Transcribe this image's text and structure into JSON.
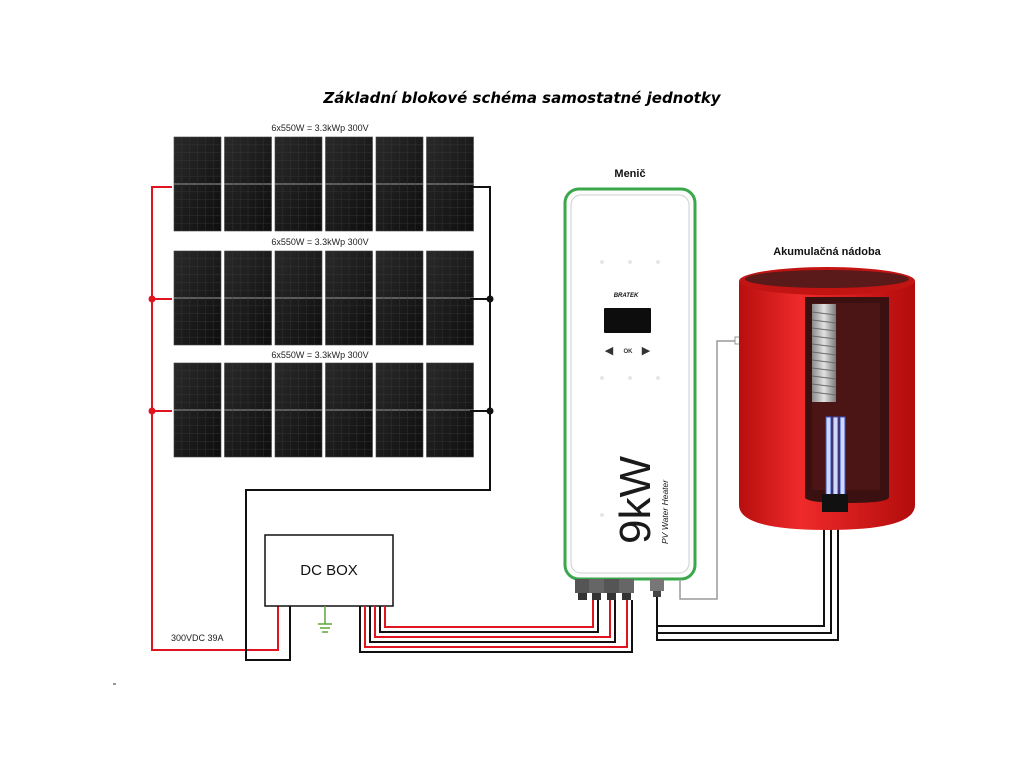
{
  "title": "Základní blokové schéma samostatné jednotky",
  "panels": {
    "rows": [
      {
        "label": "6x550W = 3.3kWp 300V",
        "modules": 6
      },
      {
        "label": "6x550W = 3.3kWp 300V",
        "modules": 6
      },
      {
        "label": "6x550W = 3.3kWp 300V",
        "modules": 6
      }
    ]
  },
  "inverter": {
    "title": "Menič",
    "brand": "BRATEK",
    "power_text": "9kW",
    "subtitle_text": "PV Water Heater",
    "ok_label": "OK"
  },
  "tank": {
    "title": "Akumulačná nádoba"
  },
  "dc_box": {
    "label": "DC BOX"
  },
  "cable": {
    "label": "300VDC 39A"
  },
  "colors": {
    "positive_wire": "#e0141e",
    "negative_wire": "#111111",
    "inverter_border": "#3aa84a",
    "tank_red": "#e11b1b",
    "ground": "#5aa83a"
  }
}
